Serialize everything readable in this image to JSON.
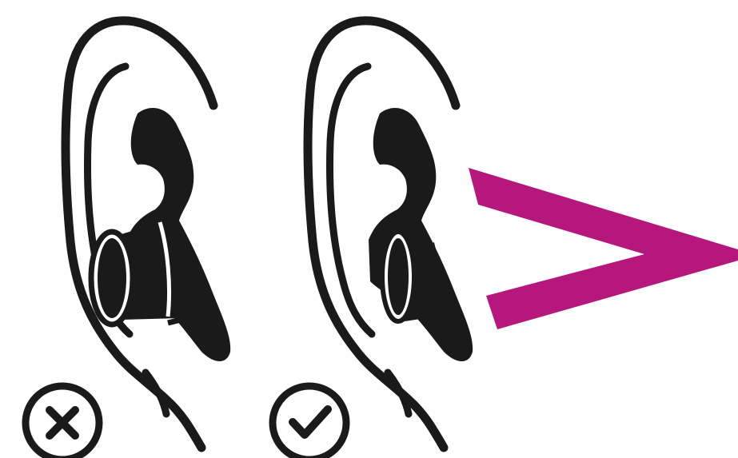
{
  "colors": {
    "ink": "#1a1a1a",
    "accent": "#b5177c",
    "background": "#ffffff"
  },
  "panels": [
    {
      "status": "incorrect",
      "status_icon": "x-circle-icon",
      "earbud_fit": "protruding"
    },
    {
      "status": "correct",
      "status_icon": "check-circle-icon",
      "earbud_fit": "flush"
    }
  ],
  "comparison_symbol": "greater-than-icon"
}
